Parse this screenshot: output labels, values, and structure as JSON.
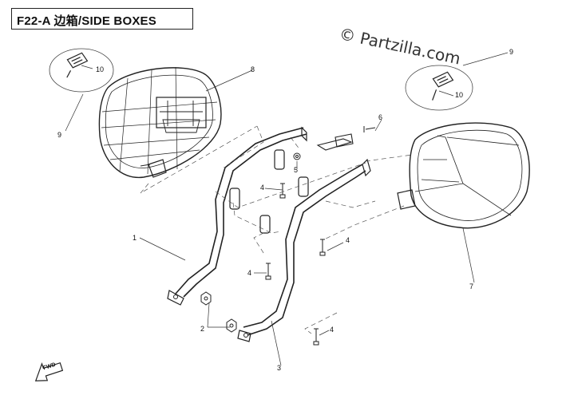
{
  "title": "F22-A 边箱/SIDE BOXES",
  "watermark": "© Partzilla.com",
  "callouts": {
    "c1": "1",
    "c2": "2",
    "c3": "3",
    "c4a": "4",
    "c4b": "4",
    "c4c": "4",
    "c4d": "4",
    "c5": "5",
    "c6": "6",
    "c7": "7",
    "c8": "8",
    "c9a": "9",
    "c9b": "9",
    "c10a": "10",
    "c10b": "10"
  },
  "arrow_label": "FWD"
}
